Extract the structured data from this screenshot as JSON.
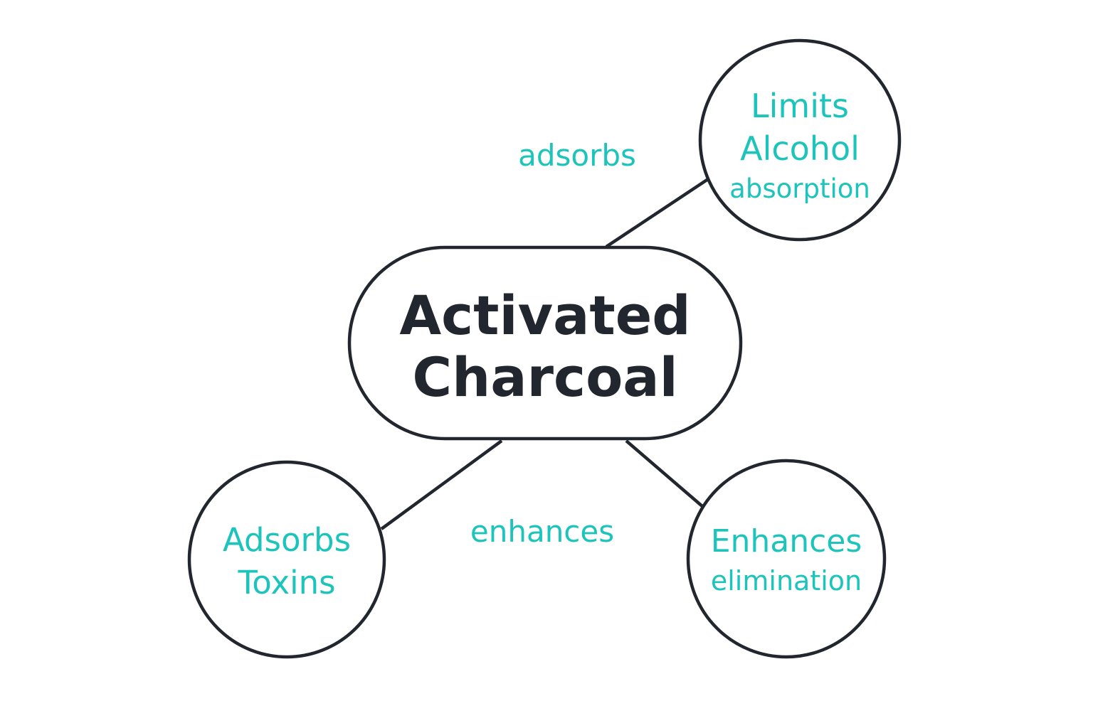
{
  "central": {
    "line1": "Activated",
    "line2": "Charcoal"
  },
  "nodes": {
    "limits": {
      "line1": "Limits",
      "line2": "Alcohol",
      "line3": "absorption"
    },
    "adsorbs": {
      "line1": "Adsorbs",
      "line2": "Toxins"
    },
    "enhances": {
      "line1": "Enhances",
      "line2": "elimination"
    }
  },
  "edge_labels": {
    "adsorbs": "adsorbs",
    "enhances": "enhances"
  },
  "colors": {
    "accent": "#1cc4bb",
    "stroke": "#22262e"
  }
}
